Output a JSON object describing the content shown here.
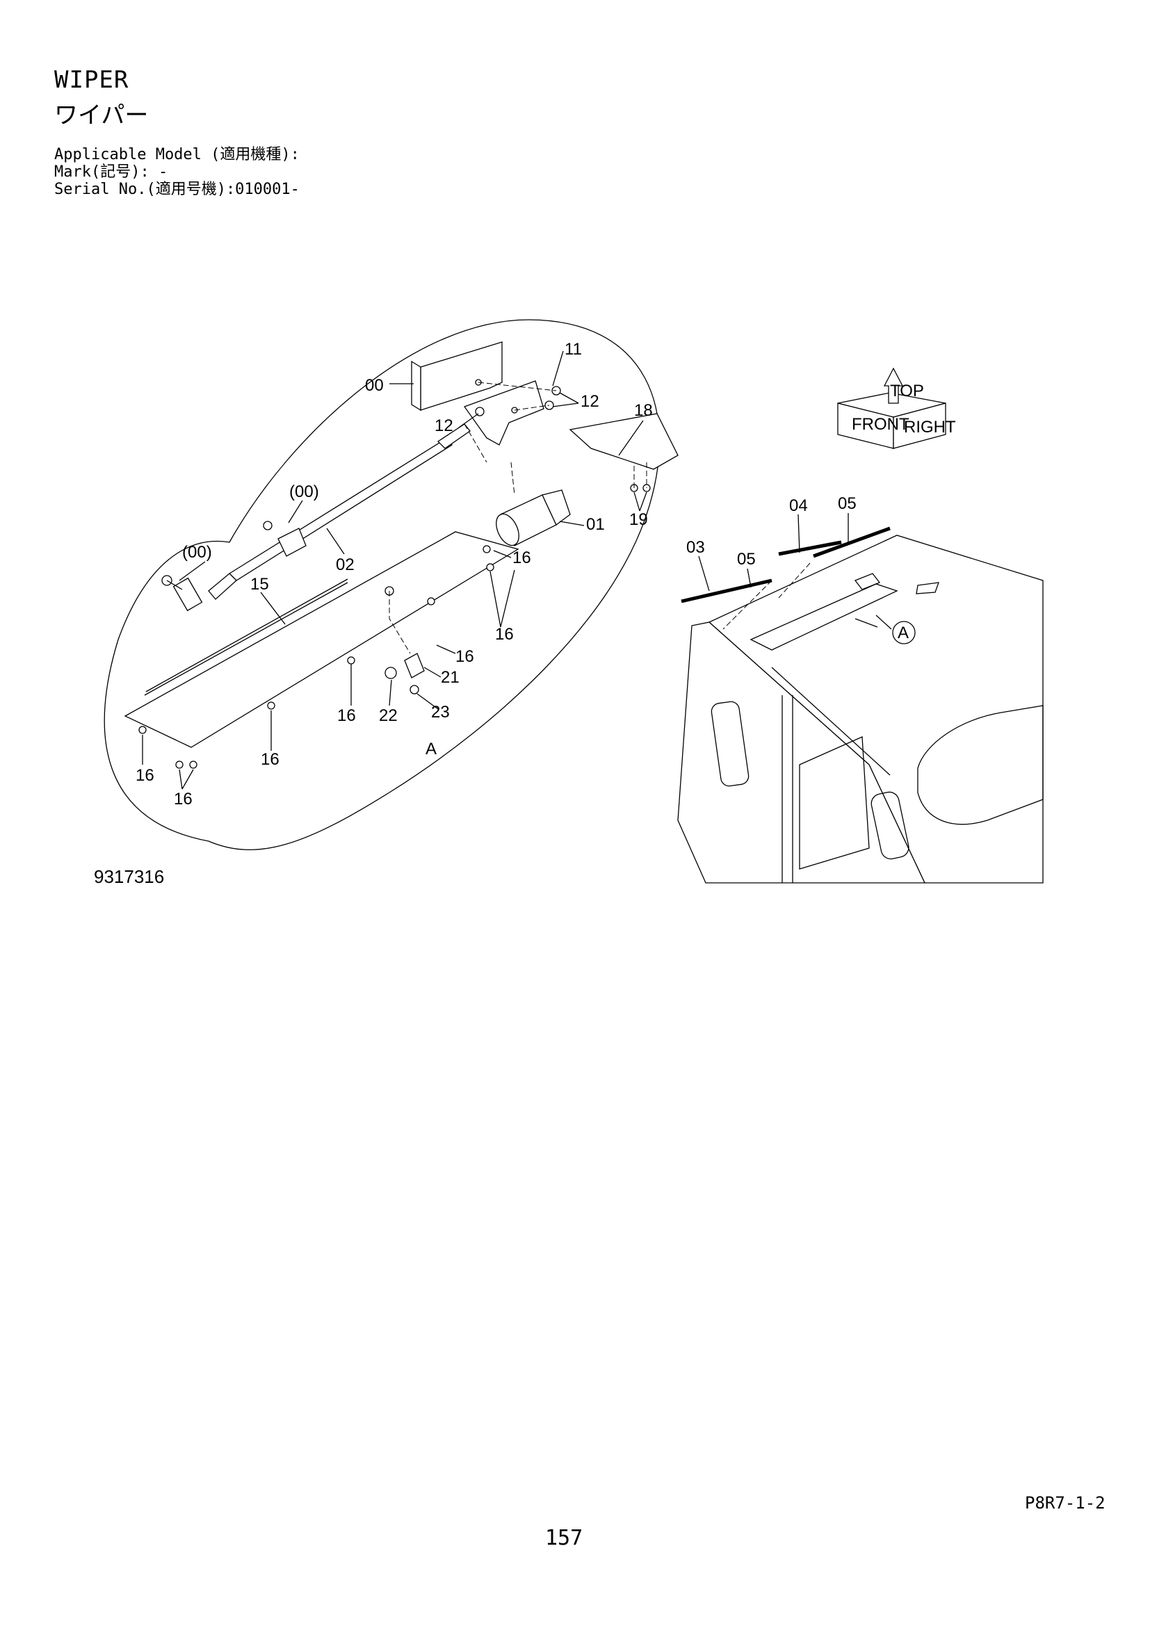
{
  "header": {
    "title": "WIPER",
    "title_jp": "ワイパー",
    "applicable_model": "Applicable Model (適用機種):",
    "mark": "Mark(記号): -",
    "serial": "Serial No.(適用号機):010001-"
  },
  "figure": {
    "callouts": [
      "00",
      "11",
      "12",
      "12",
      "18",
      "(00)",
      "01",
      "19",
      "(00)",
      "02",
      "16",
      "15",
      "16",
      "16",
      "21",
      "16",
      "22",
      "23",
      "16",
      "16",
      "16",
      "A",
      "04",
      "05",
      "03",
      "05",
      "A"
    ],
    "orientation_labels": [
      "FRONT",
      "RIGHT",
      "TOP"
    ]
  },
  "footer": {
    "figure_number": "9317316",
    "page_code": "P8R7-1-2",
    "page_number": "157"
  }
}
